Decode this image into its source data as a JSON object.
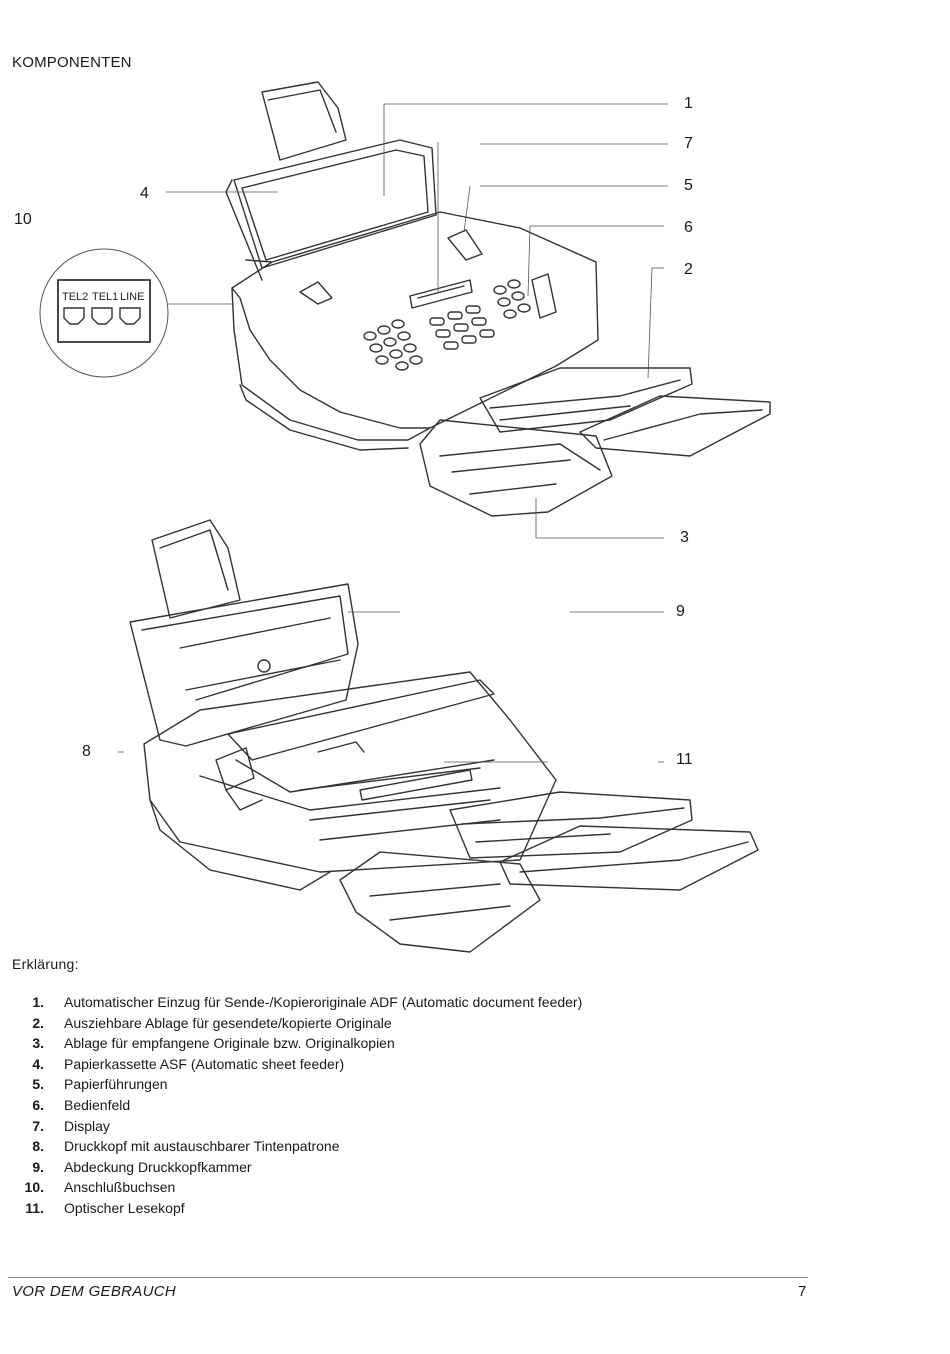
{
  "section_title": "KOMPONENTEN",
  "callouts": {
    "c1": "1",
    "c2": "2",
    "c3": "3",
    "c4": "4",
    "c5": "5",
    "c6": "6",
    "c7": "7",
    "c8": "8",
    "c9": "9",
    "c10": "10",
    "c11": "11"
  },
  "jacks": {
    "tel2": "TEL2",
    "tel1": "TEL1",
    "line": "LINE"
  },
  "legend": {
    "title": "Erklärung:",
    "items": [
      {
        "num": "1.",
        "text": "Automatischer Einzug für Sende-/Kopieroriginale ADF (Automatic document feeder)"
      },
      {
        "num": "2.",
        "text": "Ausziehbare Ablage für gesendete/kopierte Originale"
      },
      {
        "num": "3.",
        "text": "Ablage für empfangene Originale bzw. Originalkopien"
      },
      {
        "num": "4.",
        "text": "Papierkassette ASF (Automatic sheet feeder)"
      },
      {
        "num": "5.",
        "text": "Papierführungen"
      },
      {
        "num": "6.",
        "text": "Bedienfeld"
      },
      {
        "num": "7.",
        "text": "Display"
      },
      {
        "num": "8.",
        "text": "Druckkopf mit austauschbarer Tintenpatrone"
      },
      {
        "num": "9.",
        "text": "Abdeckung Druckkopfkammer"
      },
      {
        "num": "10.",
        "text": "Anschlußbuchsen"
      },
      {
        "num": "11.",
        "text": "Optischer Lesekopf"
      }
    ]
  },
  "footer": {
    "left": "VOR DEM GEBRAUCH",
    "page": "7"
  }
}
